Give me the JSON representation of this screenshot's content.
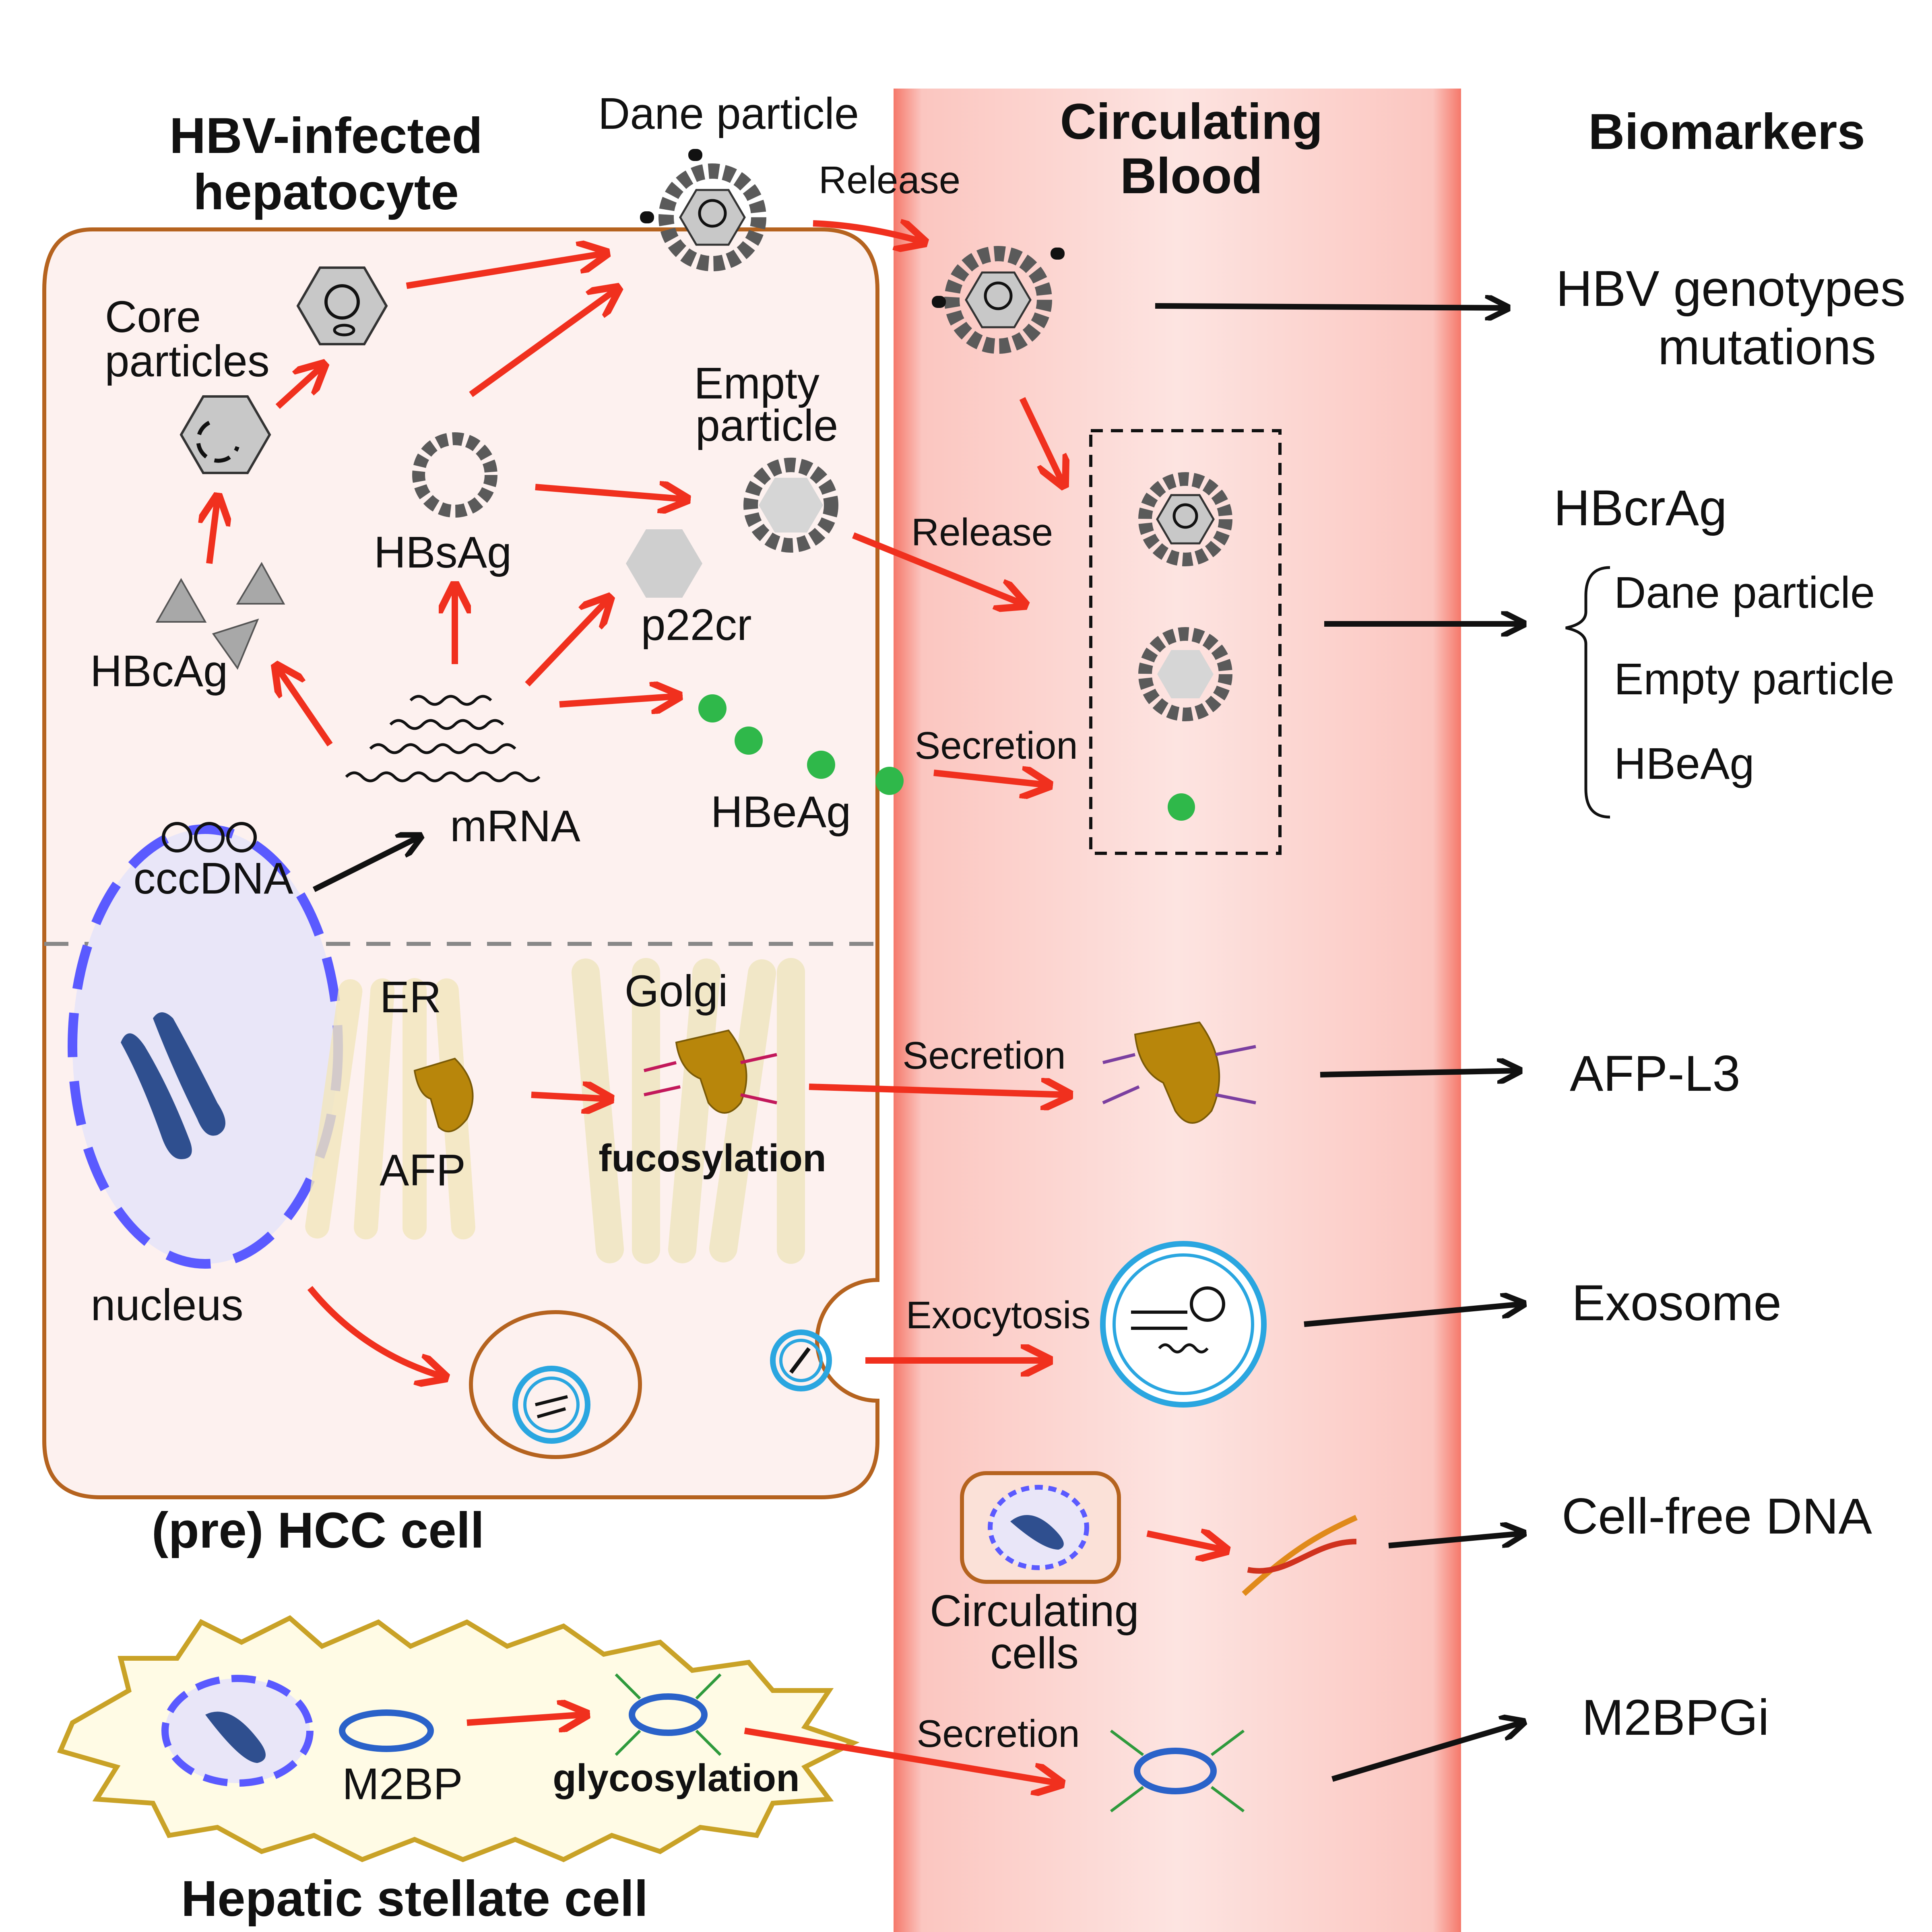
{
  "titles": {
    "hepatocyte_line1": "HBV-infected",
    "hepatocyte_line2": "hepatocyte",
    "blood_line1": "Circulating",
    "blood_line2": "Blood",
    "biomarkers": "Biomarkers",
    "hcc_cell": "(pre) HCC cell",
    "stellate_cell": "Hepatic stellate cell"
  },
  "cell_labels": {
    "dane_particle": "Dane particle",
    "core_particles_line1": "Core",
    "core_particles_line2": "particles",
    "empty_particle_line1": "Empty",
    "empty_particle_line2": "particle",
    "hbsag": "HBsAg",
    "hbcag": "HBcAg",
    "p22cr": "p22cr",
    "hbeag": "HBeAg",
    "mrna": "mRNA",
    "cccdna": "cccDNA",
    "er": "ER",
    "golgi": "Golgi",
    "afp": "AFP",
    "fucosylation": "fucosylation",
    "nucleus": "nucleus",
    "m2bp": "M2BP",
    "glycosylation": "glycosylation",
    "circulating_cells_line1": "Circulating",
    "circulating_cells_line2": "cells"
  },
  "process_labels": {
    "release_top": "Release",
    "release_mid": "Release",
    "secretion_hbeag": "Secretion",
    "secretion_afp": "Secretion",
    "exocytosis": "Exocytosis",
    "secretion_m2bp": "Secretion"
  },
  "biomarkers": {
    "hbv_line1": "HBV genotypes",
    "hbv_line2": "mutations",
    "hbcrag": "HBcrAg",
    "hbcrag_items": [
      "Dane particle",
      "Empty particle",
      "HBeAg"
    ],
    "afp_l3": "AFP-L3",
    "exosome": "Exosome",
    "cell_free_dna": "Cell-free DNA",
    "m2bpgi": "M2BPGi"
  },
  "colors": {
    "red_arrow": "#f0301e",
    "black_arrow": "#111111",
    "cell_border": "#b5631f",
    "cell_fill": "#fdf1ef",
    "nucleus_border": "#5a5aff",
    "nucleus_fill": "#e9e6f8",
    "blood": "#fbc6c0",
    "blood_edge": "#f5786a",
    "chromosome": "#2f4f8f",
    "afp_protein": "#b8860b",
    "exosome_ring": "#2aa6e0",
    "stellate_border": "#c9a227",
    "stellate_fill": "#fffbe5",
    "hbeag_green": "#2fb84a",
    "particle_gray": "#5a5a5a"
  },
  "icons": [
    "hexagon-core-icon",
    "virion-icon",
    "empty-particle-icon",
    "triangle-hbcag-icon",
    "droplet-hbeag-icon",
    "chromosome-icon",
    "afp-protein-icon",
    "exosome-icon",
    "dna-helix-icon",
    "m2bp-ring-icon"
  ]
}
